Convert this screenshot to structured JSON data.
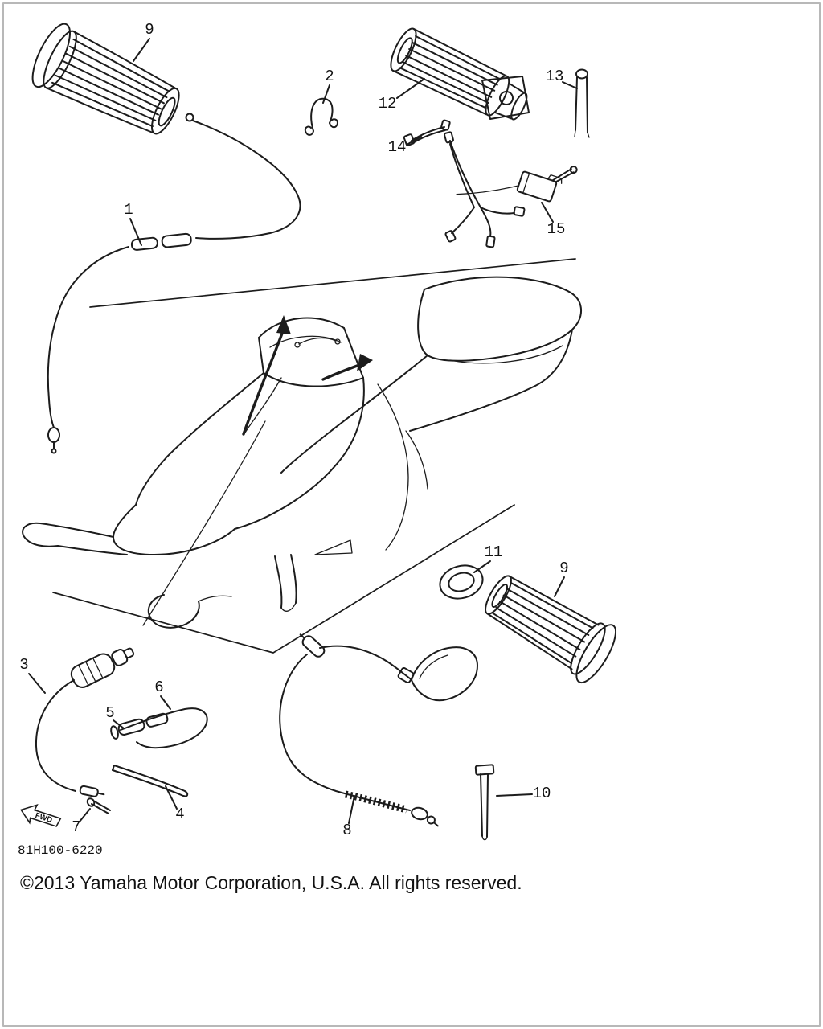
{
  "page": {
    "part_number": "81H100-6220",
    "copyright": "©2013 Yamaha Motor Corporation, U.S.A. All rights reserved.",
    "fwd_label": "FWD"
  },
  "callouts": [
    {
      "label": "9"
    },
    {
      "label": "2"
    },
    {
      "label": "12"
    },
    {
      "label": "13"
    },
    {
      "label": "14"
    },
    {
      "label": "1"
    },
    {
      "label": "15"
    },
    {
      "label": "11"
    },
    {
      "label": "9"
    },
    {
      "label": "3"
    },
    {
      "label": "6"
    },
    {
      "label": "5"
    },
    {
      "label": "4"
    },
    {
      "label": "7"
    },
    {
      "label": "8"
    },
    {
      "label": "10"
    }
  ]
}
